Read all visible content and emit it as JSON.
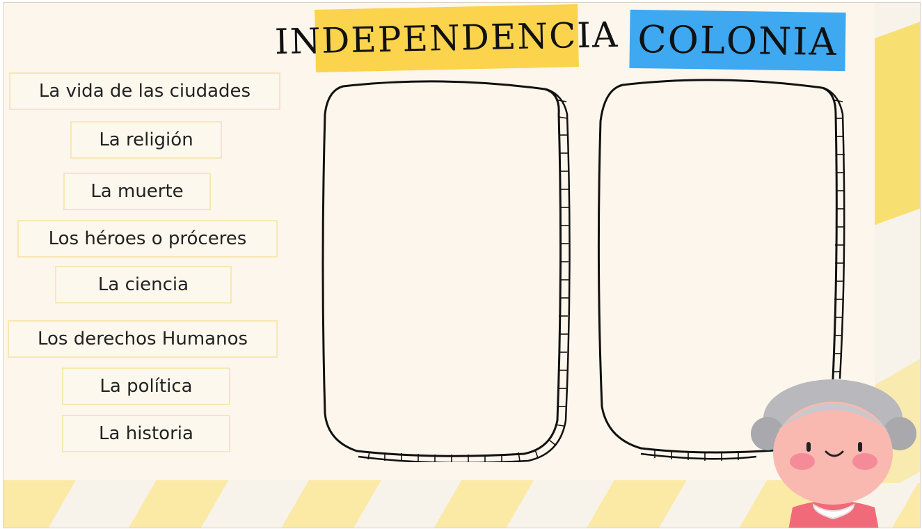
{
  "titles": {
    "left": "INDEPENDENCIA",
    "right": "COLONIA"
  },
  "colors": {
    "background": "#fcf6ec",
    "title_left_bg": "#fbd34d",
    "title_right_bg": "#3ea8f0",
    "card_border": "#f7e8b3",
    "accent_yellow": "#f7df72"
  },
  "word_cards": [
    "La vida de las ciudades",
    "La religión",
    "La muerte",
    "Los héroes o próceres",
    "La ciencia",
    "Los derechos Humanos",
    "La política",
    "La historia"
  ],
  "drop_zones": [
    {
      "label_ref": "INDEPENDENCIA",
      "items": []
    },
    {
      "label_ref": "COLONIA",
      "items": []
    }
  ],
  "decorations": {
    "character": "founding-father-avatar"
  }
}
